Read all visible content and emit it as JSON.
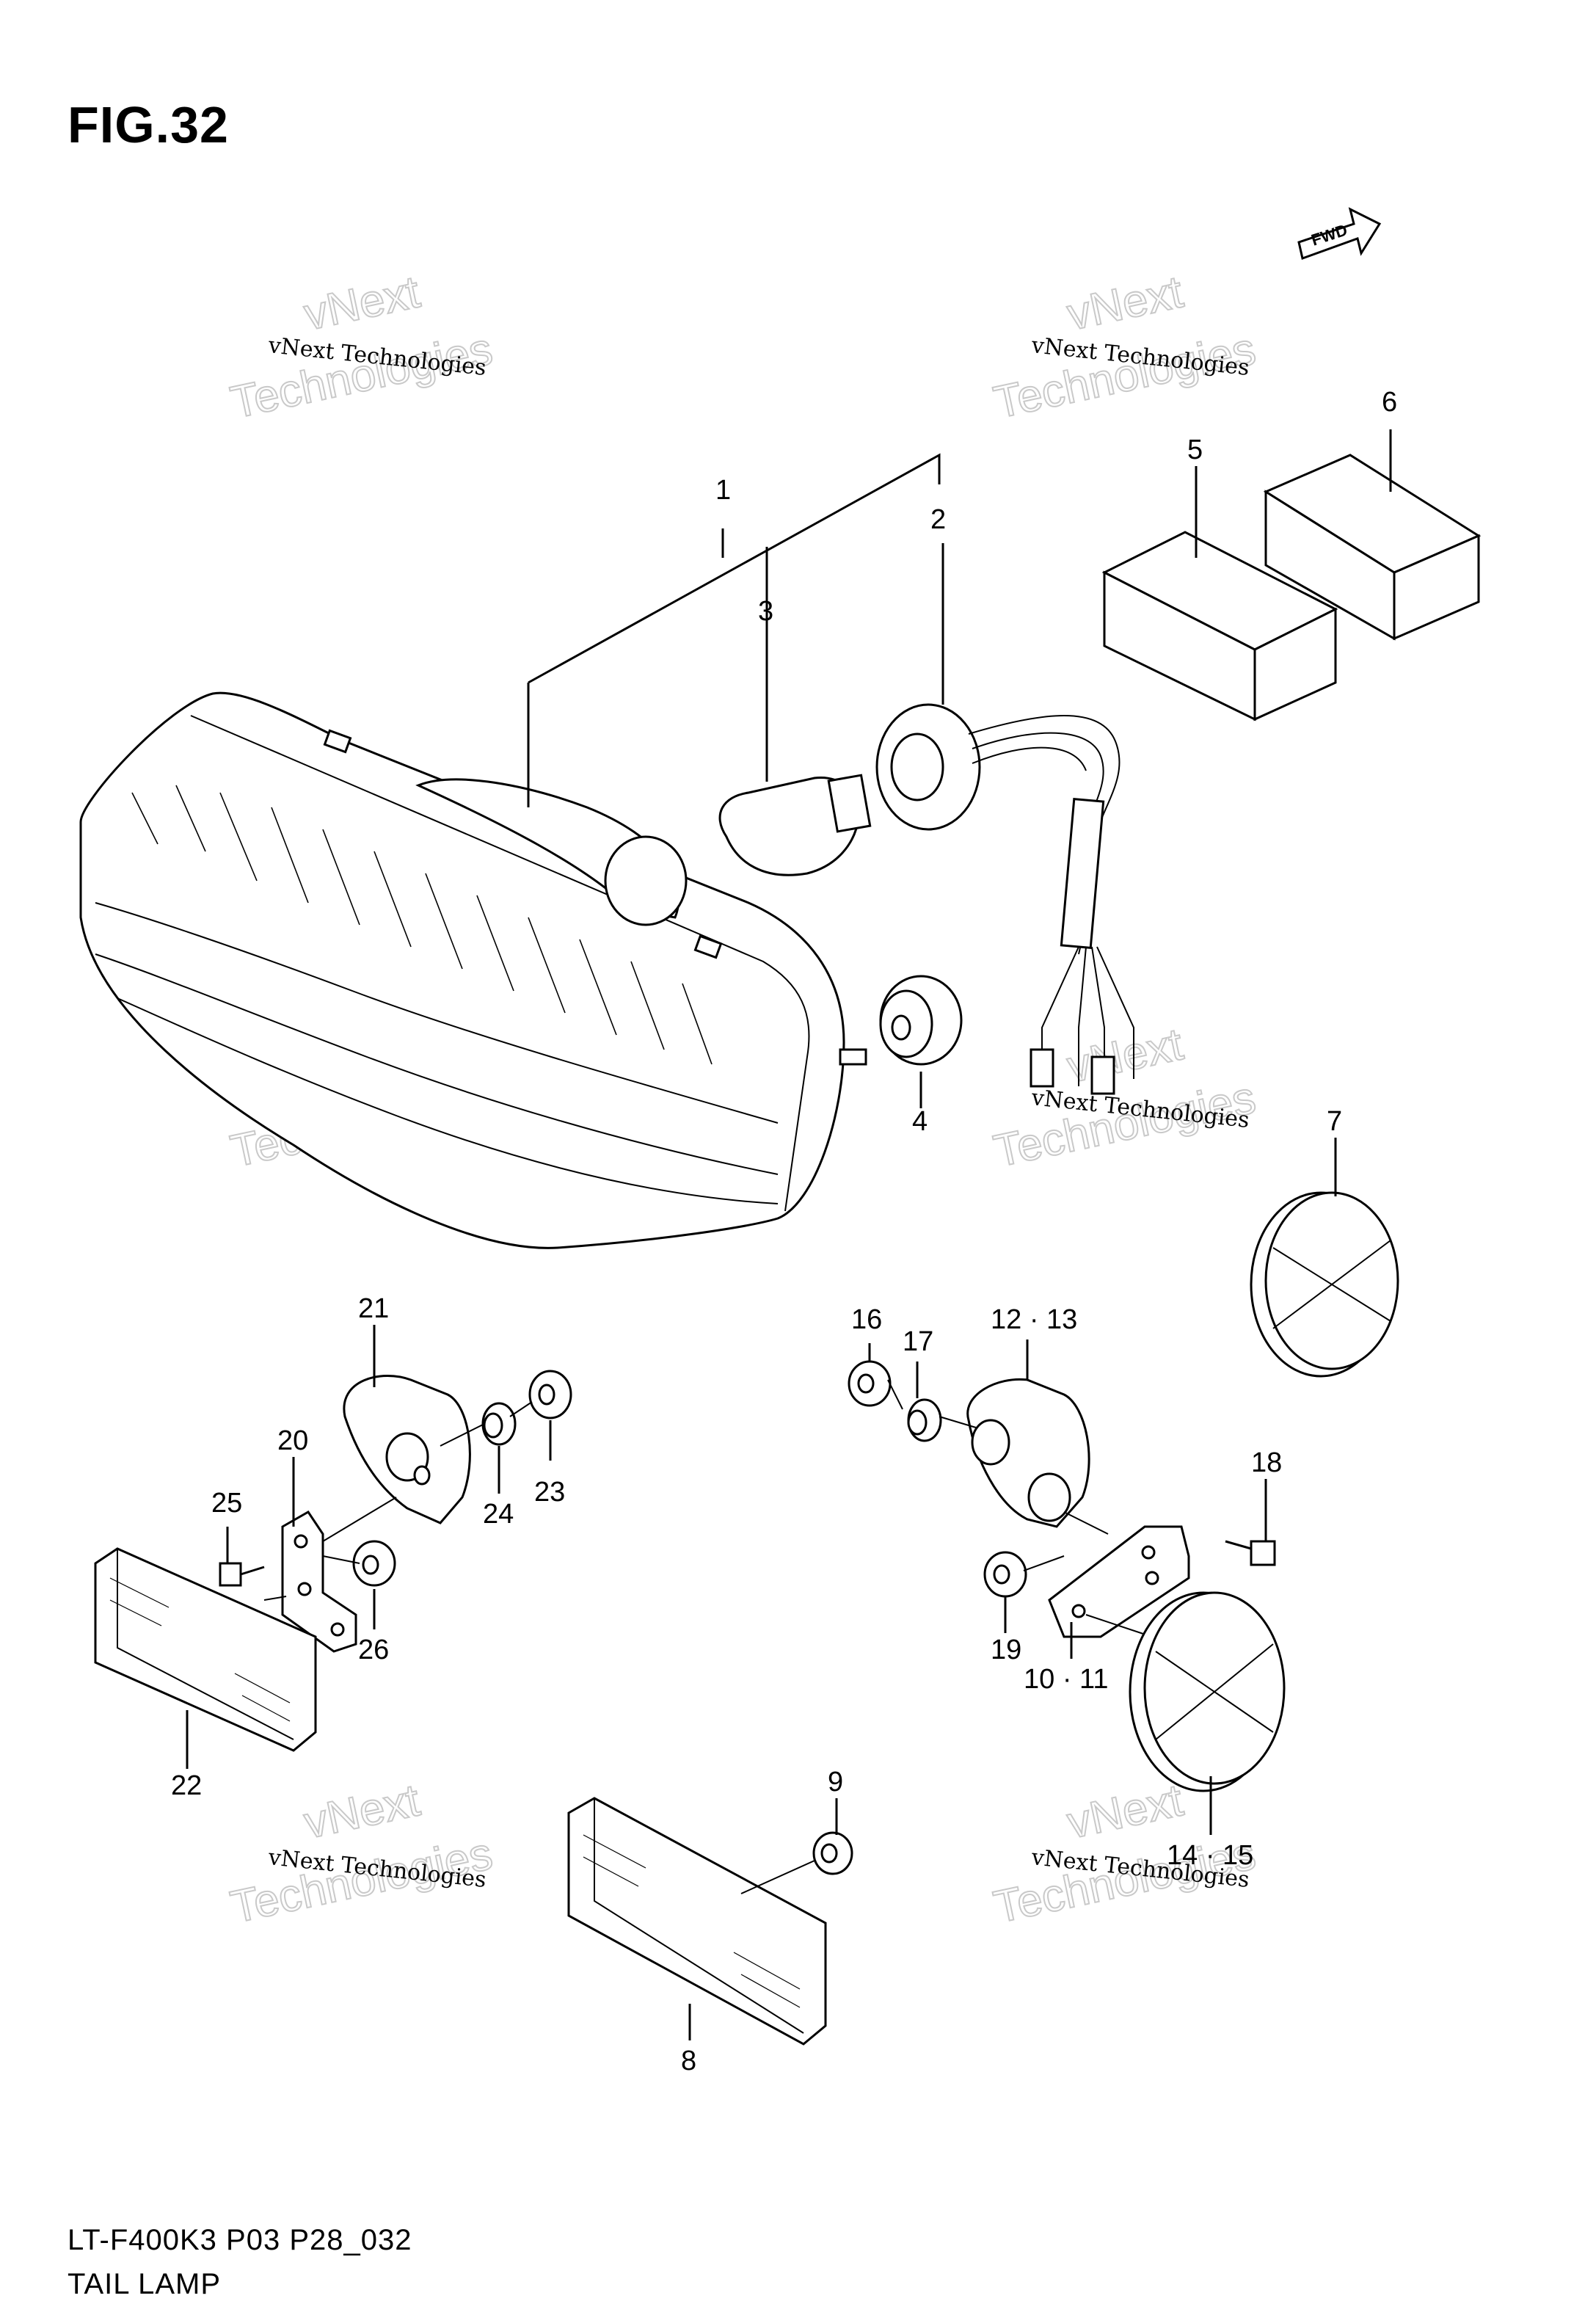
{
  "figure": {
    "title": "FIG.32",
    "direction_badge": "FWD",
    "model_code": "LT-F400K3 P03 P28_032",
    "section_name": "TAIL LAMP"
  },
  "watermark": {
    "line1": "vNext Technologies",
    "line2": "vNext",
    "line3": "Technologies"
  },
  "callouts": [
    {
      "id": "c1",
      "label": "1"
    },
    {
      "id": "c2",
      "label": "2"
    },
    {
      "id": "c3",
      "label": "3"
    },
    {
      "id": "c4",
      "label": "4"
    },
    {
      "id": "c5",
      "label": "5"
    },
    {
      "id": "c6",
      "label": "6"
    },
    {
      "id": "c7",
      "label": "7"
    },
    {
      "id": "c8",
      "label": "8"
    },
    {
      "id": "c9",
      "label": "9"
    },
    {
      "id": "c10_11",
      "label": "10 · 11"
    },
    {
      "id": "c12_13",
      "label": "12 · 13"
    },
    {
      "id": "c14_15",
      "label": "14 · 15"
    },
    {
      "id": "c16",
      "label": "16"
    },
    {
      "id": "c17",
      "label": "17"
    },
    {
      "id": "c18",
      "label": "18"
    },
    {
      "id": "c19",
      "label": "19"
    },
    {
      "id": "c20",
      "label": "20"
    },
    {
      "id": "c21",
      "label": "21"
    },
    {
      "id": "c22",
      "label": "22"
    },
    {
      "id": "c23",
      "label": "23"
    },
    {
      "id": "c24",
      "label": "24"
    },
    {
      "id": "c25",
      "label": "25"
    },
    {
      "id": "c26",
      "label": "26"
    }
  ]
}
